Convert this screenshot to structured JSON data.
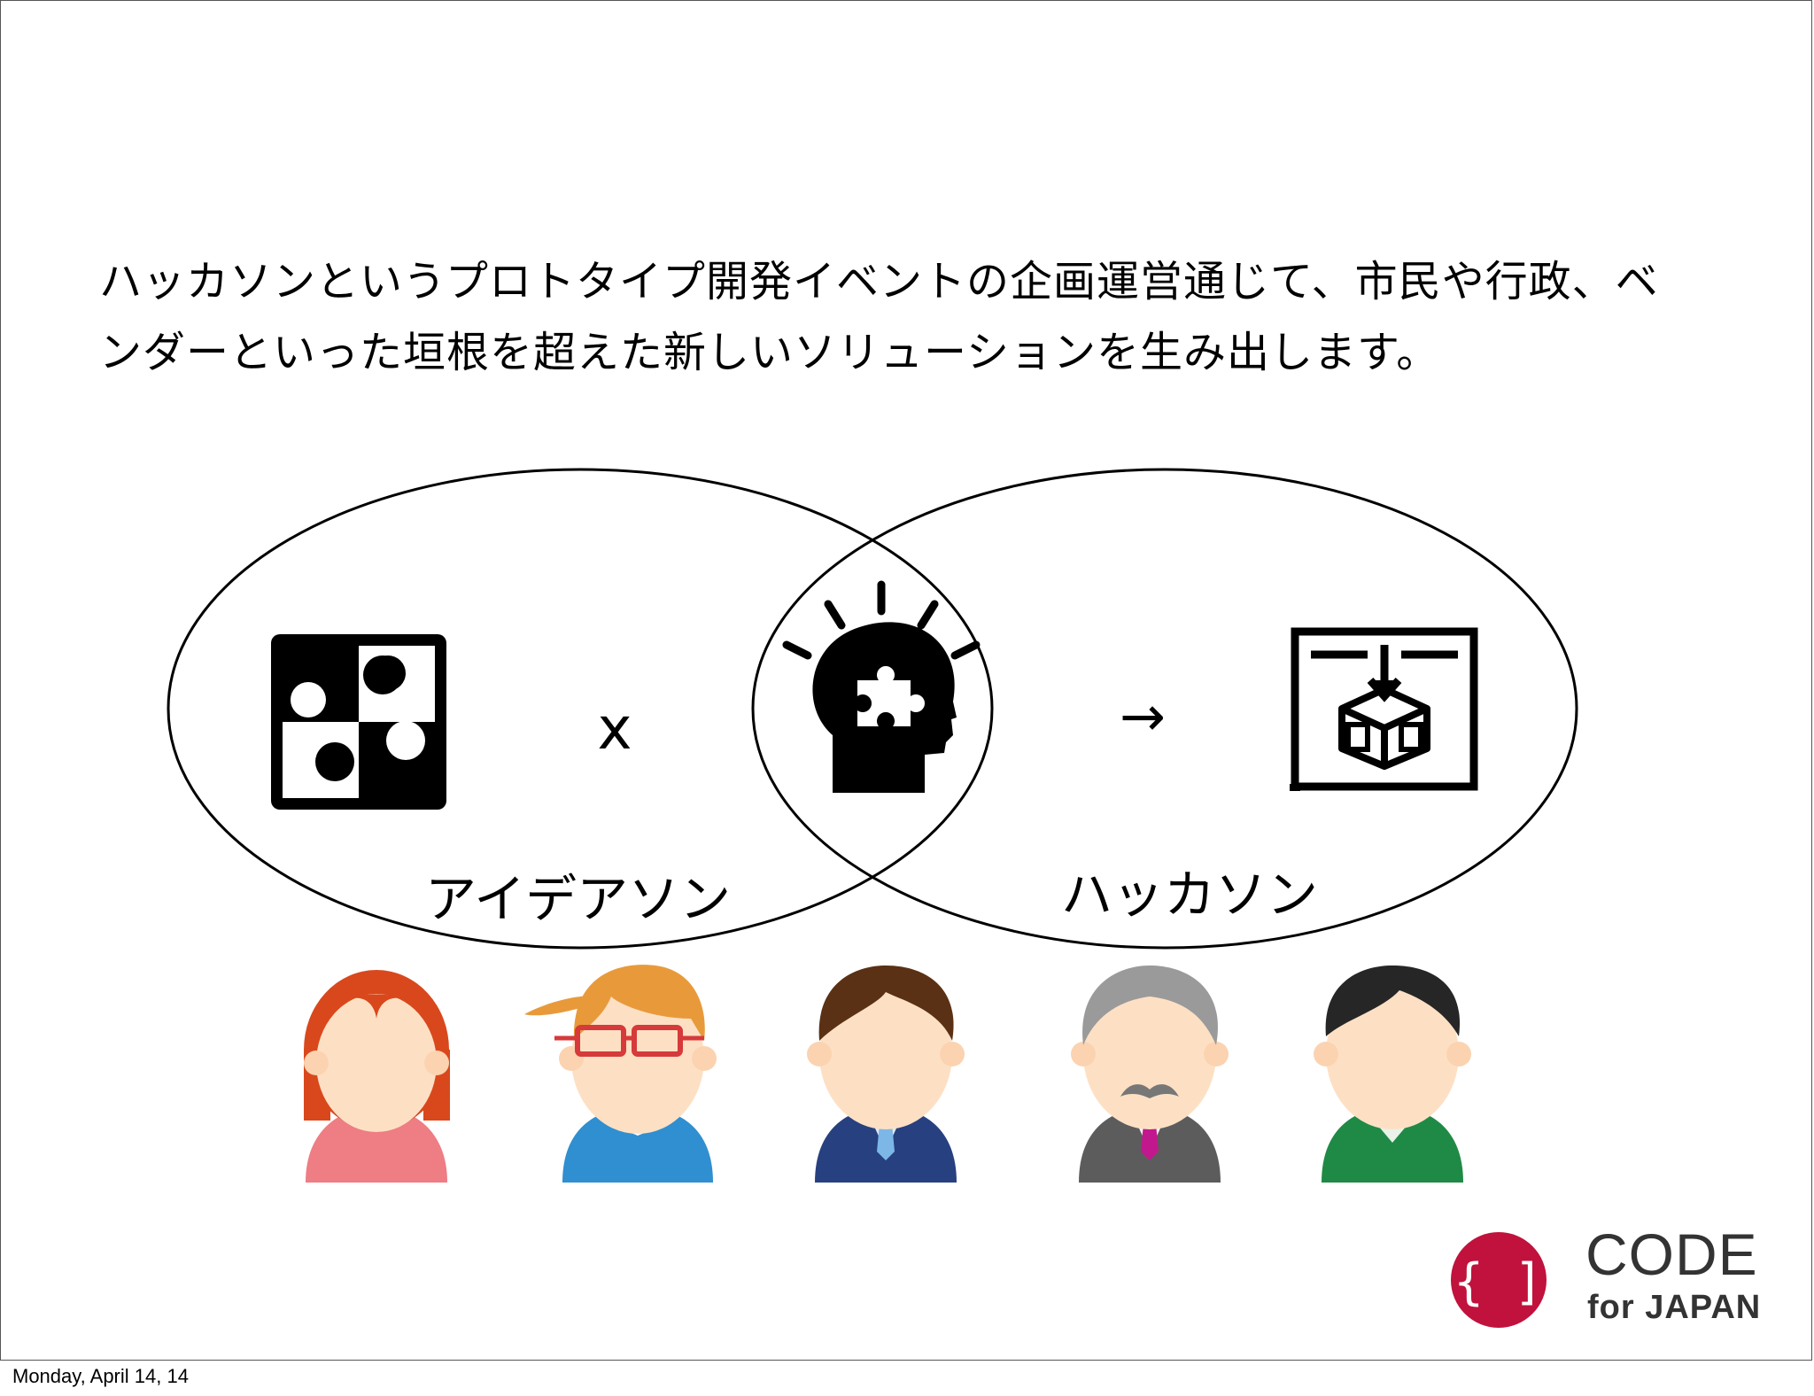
{
  "intro": {
    "line1": "ハッカソンというプロトタイプ開発イベントの企画運営通じて、市民や行政、ベ",
    "line2": "ンダーといった垣根を超えた新しいソリューションを生み出します。"
  },
  "diagram": {
    "left_label": "アイデアソン",
    "right_label": "ハッカソン",
    "multiply_symbol": "x",
    "arrow_symbol": "→",
    "icons": [
      "puzzle-icon",
      "head-puzzle-icon",
      "fabricator-box-icon"
    ]
  },
  "people": [
    {
      "name": "person-woman-red-hair",
      "hair": "#d9481c",
      "shirt": "#ee7d84"
    },
    {
      "name": "person-glasses-blond",
      "hair": "#e89a3b",
      "shirt": "#2f8fd0"
    },
    {
      "name": "person-suit-brown-hair",
      "hair": "#5a3114",
      "shirt": "#27407f"
    },
    {
      "name": "person-gray-hair-mustache",
      "hair": "#9a9a9a",
      "shirt": "#5c5c5c"
    },
    {
      "name": "person-black-hair-green",
      "hair": "#262626",
      "shirt": "#1f8a45"
    }
  ],
  "logo": {
    "line1": "CODE",
    "line2": "for JAPAN",
    "brand_color": "#c0123c"
  },
  "footer": {
    "date": "Monday, April 14, 14"
  }
}
